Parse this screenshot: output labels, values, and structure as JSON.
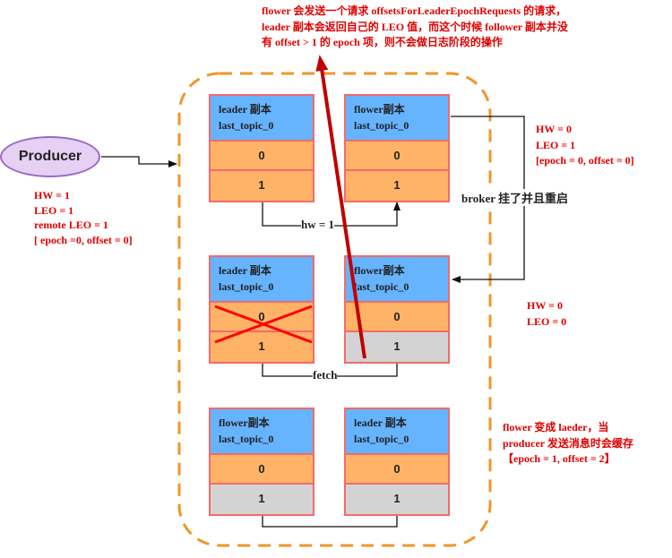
{
  "top_note": "flower 会发送一个请求 offsetsForLeaderEpochRequests 的请求，\nleader 副本会返回自己的 LEO 值，而这个时候 follower 副本并没\n有 offset > 1 的 epoch 项，则不会做日志阶段的操作",
  "producer": {
    "label": "Producer"
  },
  "leader_state_note": "HW = 1\nLEO = 1\nremote LEO = 1\n[ epoch =0, offset = 0]",
  "follower_state_note_1": "HW = 0\nLEO = 1\n[epoch = 0, offset = 0]",
  "follower_state_note_2": "HW = 0\nLEO = 0",
  "bottom_note": "flower 变成 laeder，当\nproducer 发送消息时会缓存\n【epoch = 1, offset = 2】",
  "broker_label": "broker 挂了并且重启",
  "hw_label": "hw = 1",
  "fetch_label": "fetch",
  "rows": [
    {
      "left": {
        "title": "leader 副本",
        "topic": "last_topic_0",
        "cells": [
          "0",
          "1"
        ]
      },
      "right": {
        "title": "flower副本",
        "topic": "last_topic_0",
        "cells": [
          "0",
          "1"
        ]
      }
    },
    {
      "left": {
        "title": "leader 副本",
        "topic": "last_topic_0",
        "cells": [
          "0",
          "1"
        ]
      },
      "right": {
        "title": "flower副本",
        "topic": "last_topic_0",
        "cells": [
          "0",
          "1"
        ]
      }
    },
    {
      "left": {
        "title": "flower副本",
        "topic": "last_topic_0",
        "cells": [
          "0",
          "1"
        ]
      },
      "right": {
        "title": "leader 副本",
        "topic": "last_topic_0",
        "cells": [
          "0",
          "1"
        ]
      }
    }
  ],
  "colors": {
    "note_red": "#e00000",
    "dashed_border": "#f0962a",
    "replica_header": "#66b3ff",
    "replica_cell": "#ffb366",
    "replica_cell_empty": "#d3d3d3",
    "replica_border": "#f46a6a",
    "producer_fill": "#e6d0f3",
    "producer_border": "#9b68c9",
    "big_arrow": "#c00000"
  }
}
